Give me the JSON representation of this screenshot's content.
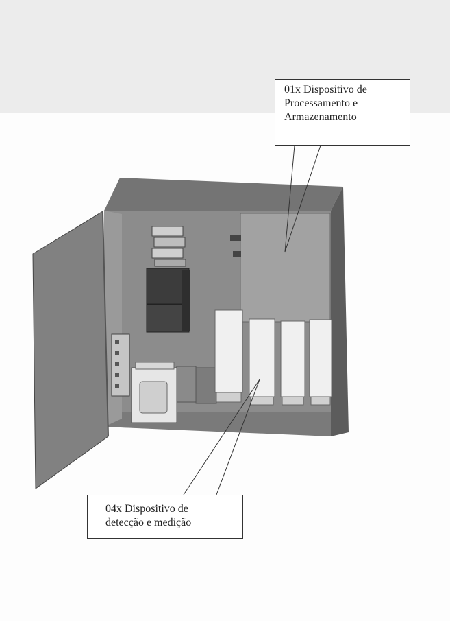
{
  "callouts": {
    "processing": {
      "lines": [
        "01x Dispositivo de",
        "Processamento e",
        "Armazenamento"
      ]
    },
    "detection": {
      "lines": [
        "04x  Dispositivo de",
        "detecção e medição"
      ]
    }
  },
  "colors": {
    "cabinet_back": "#8f8f8f",
    "cabinet_side": "#5e5e5e",
    "cabinet_top": "#747474",
    "door": "#808080",
    "module": "#efefef"
  }
}
